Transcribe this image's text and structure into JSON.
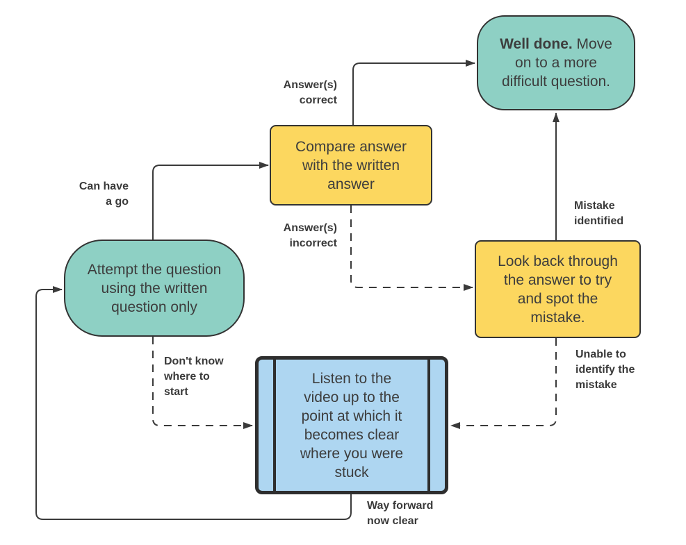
{
  "diagram": {
    "type": "flowchart",
    "colors": {
      "terminator_fill": "#8ed0c4",
      "process_fill": "#fcd75f",
      "predefined_process_fill": "#aed6f1",
      "stroke": "#333333",
      "text": "#3d3d3d"
    },
    "nodes": {
      "well_done": {
        "shape": "terminator",
        "bold": "Well done.",
        "rest": " Move\non to a more\ndifficult question."
      },
      "compare": {
        "shape": "process",
        "text": "Compare answer\nwith the written\nanswer"
      },
      "attempt": {
        "shape": "terminator",
        "text": "Attempt the question\nusing the written\nquestion only"
      },
      "look_back": {
        "shape": "process",
        "text": "Look back through\nthe answer to try\nand spot the\nmistake."
      },
      "listen": {
        "shape": "predefined-process",
        "text": "Listen to the\nvideo up to the\npoint at which it\nbecomes clear\nwhere you were\nstuck"
      }
    },
    "labels": {
      "answers_correct": "Answer(s)\ncorrect",
      "can_have_a_go": "Can have\na go",
      "answers_incorrect": "Answer(s)\nincorrect",
      "mistake_identified": "Mistake\nidentified",
      "dont_know": "Don't know\nwhere to\nstart",
      "unable_identify": "Unable to\nidentify the\nmistake",
      "way_forward": "Way forward\nnow clear"
    }
  }
}
